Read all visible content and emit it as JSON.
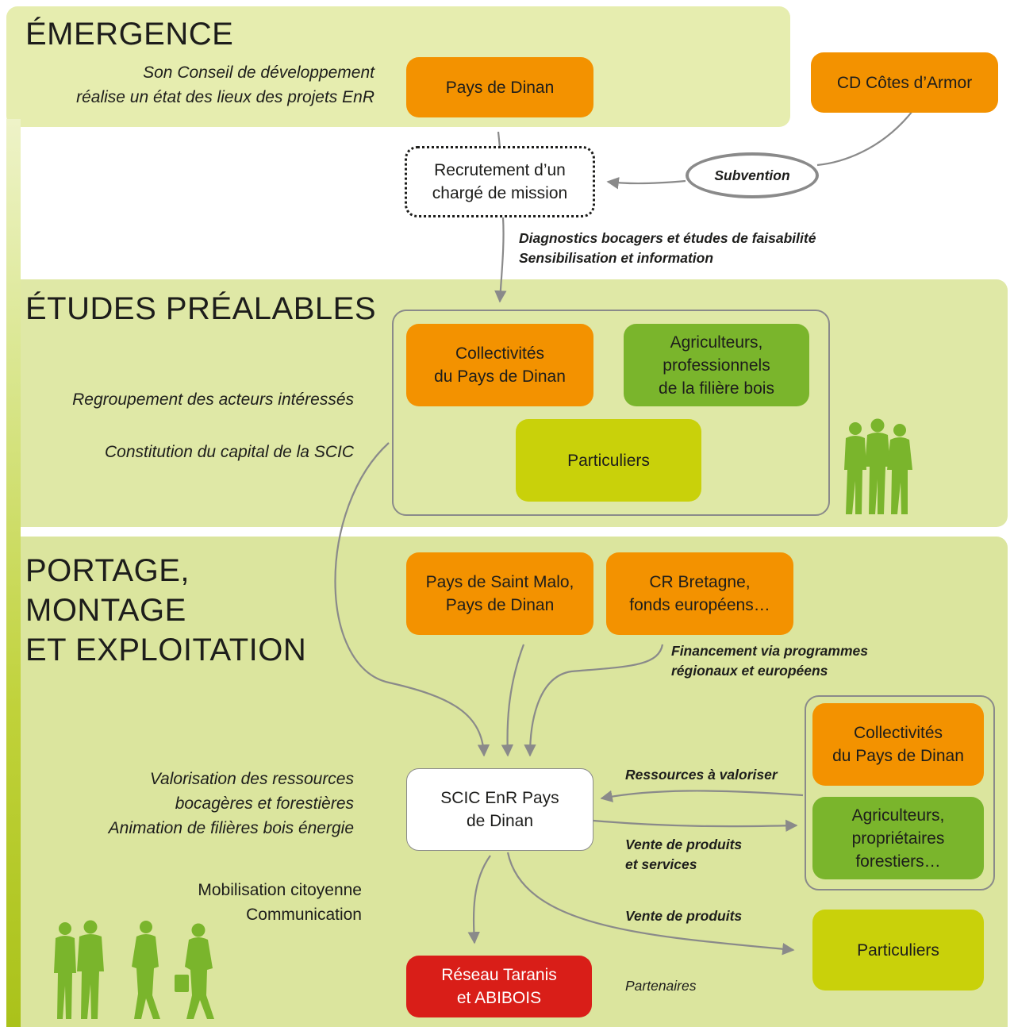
{
  "colors": {
    "orange": "#f39200",
    "green": "#7ab52c",
    "lime": "#c9d10a",
    "red": "#d91e18",
    "band_light": "#e6edaf",
    "band_mid": "#dde7a3",
    "arrow": "#8a8a8a",
    "silhouette": "#7ab52c"
  },
  "phases": {
    "emergence": "ÉMERGENCE",
    "etudes": "ÉTUDES PRÉALABLES",
    "portage_line1": "PORTAGE,",
    "portage_line2": "MONTAGE",
    "portage_line3": "ET EXPLOITATION"
  },
  "notes": {
    "emergence_line1": "Son Conseil de développement",
    "emergence_line2": "réalise un état des lieux des projets EnR",
    "regroupement": "Regroupement des acteurs intéressés",
    "capital": "Constitution du capital de la SCIC",
    "valorisation_line1": "Valorisation des ressources",
    "valorisation_line2": "bocagères et forestières",
    "valorisation_line3": "Animation de filières bois énergie",
    "mobilisation": "Mobilisation citoyenne",
    "communication": "Communication"
  },
  "nodes": {
    "pays_dinan": "Pays de Dinan",
    "cd_cotes": "CD Côtes d’Armor",
    "recrutement": "Recrutement d’un\nchargé de mission",
    "collectivites_1": "Collectivités\ndu Pays de Dinan",
    "agriculteurs_1": "Agriculteurs,\nprofessionnels\nde la filière bois",
    "particuliers_1": "Particuliers",
    "saint_malo": "Pays de Saint Malo,\nPays de Dinan",
    "cr_bretagne": "CR Bretagne,\nfonds européens…",
    "scic": "SCIC EnR Pays\nde Dinan",
    "collectivites_2": "Collectivités\ndu Pays de Dinan",
    "agriculteurs_2": "Agriculteurs,\npropriétaires\nforestiers…",
    "particuliers_2": "Particuliers",
    "reseau": "Réseau Taranis\net ABIBOIS"
  },
  "flows": {
    "subvention": "Subvention",
    "diagnostics_line1": "Diagnostics bocagers et études de faisabilité",
    "diagnostics_line2": "Sensibilisation et information",
    "financement_line1": "Financement via programmes",
    "financement_line2": "régionaux et européens",
    "ressources": "Ressources à valoriser",
    "vente_ps_line1": "Vente de produits",
    "vente_ps_line2": "et services",
    "vente_produits": "Vente de produits",
    "partenaires": "Partenaires"
  },
  "icons": [
    "people-group-icon",
    "people-walking-icon"
  ]
}
